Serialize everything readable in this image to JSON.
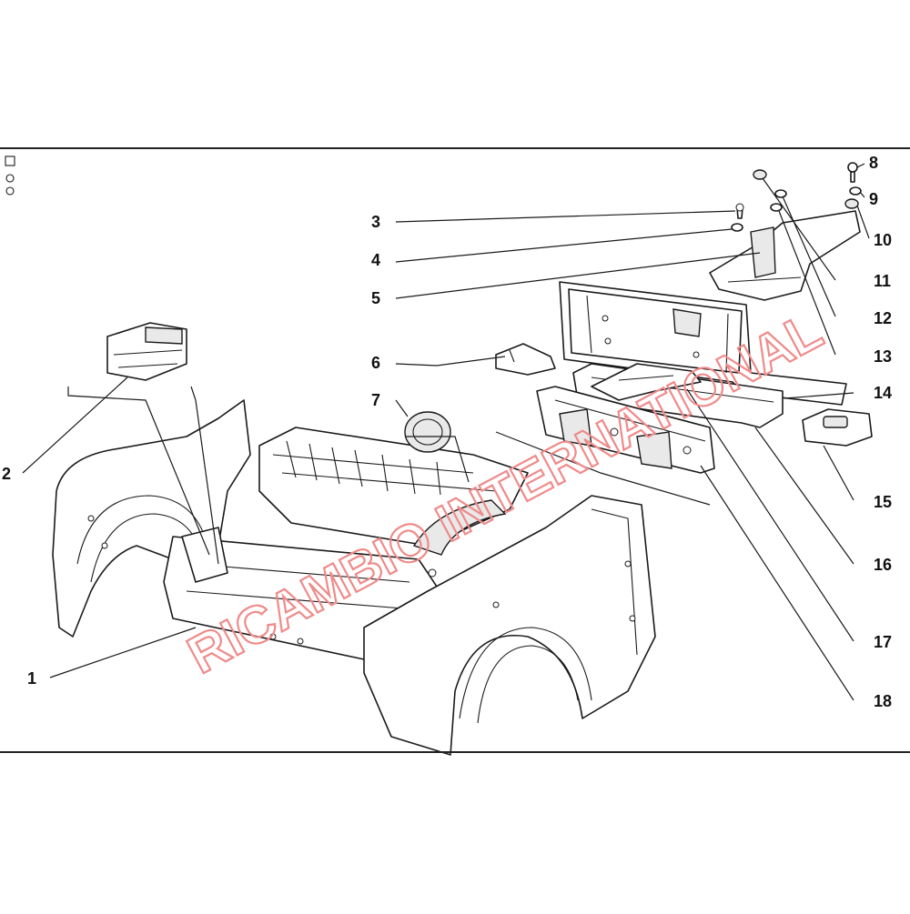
{
  "callouts": [
    {
      "id": "1",
      "label": "1"
    },
    {
      "id": "2",
      "label": "2"
    },
    {
      "id": "3",
      "label": "3"
    },
    {
      "id": "4",
      "label": "4"
    },
    {
      "id": "5",
      "label": "5"
    },
    {
      "id": "6",
      "label": "6"
    },
    {
      "id": "7",
      "label": "7"
    },
    {
      "id": "8",
      "label": "8"
    },
    {
      "id": "9",
      "label": "9"
    },
    {
      "id": "10",
      "label": "10"
    },
    {
      "id": "11",
      "label": "11"
    },
    {
      "id": "12",
      "label": "12"
    },
    {
      "id": "13",
      "label": "13"
    },
    {
      "id": "14",
      "label": "14"
    },
    {
      "id": "15",
      "label": "15"
    },
    {
      "id": "16",
      "label": "16"
    },
    {
      "id": "17",
      "label": "17"
    },
    {
      "id": "18",
      "label": "18"
    }
  ],
  "watermark": {
    "text": "RICAMBIO INTERNATIONAL",
    "color": "#f08a8a"
  },
  "colors": {
    "line": "#1a1a1a",
    "background": "#ffffff"
  }
}
